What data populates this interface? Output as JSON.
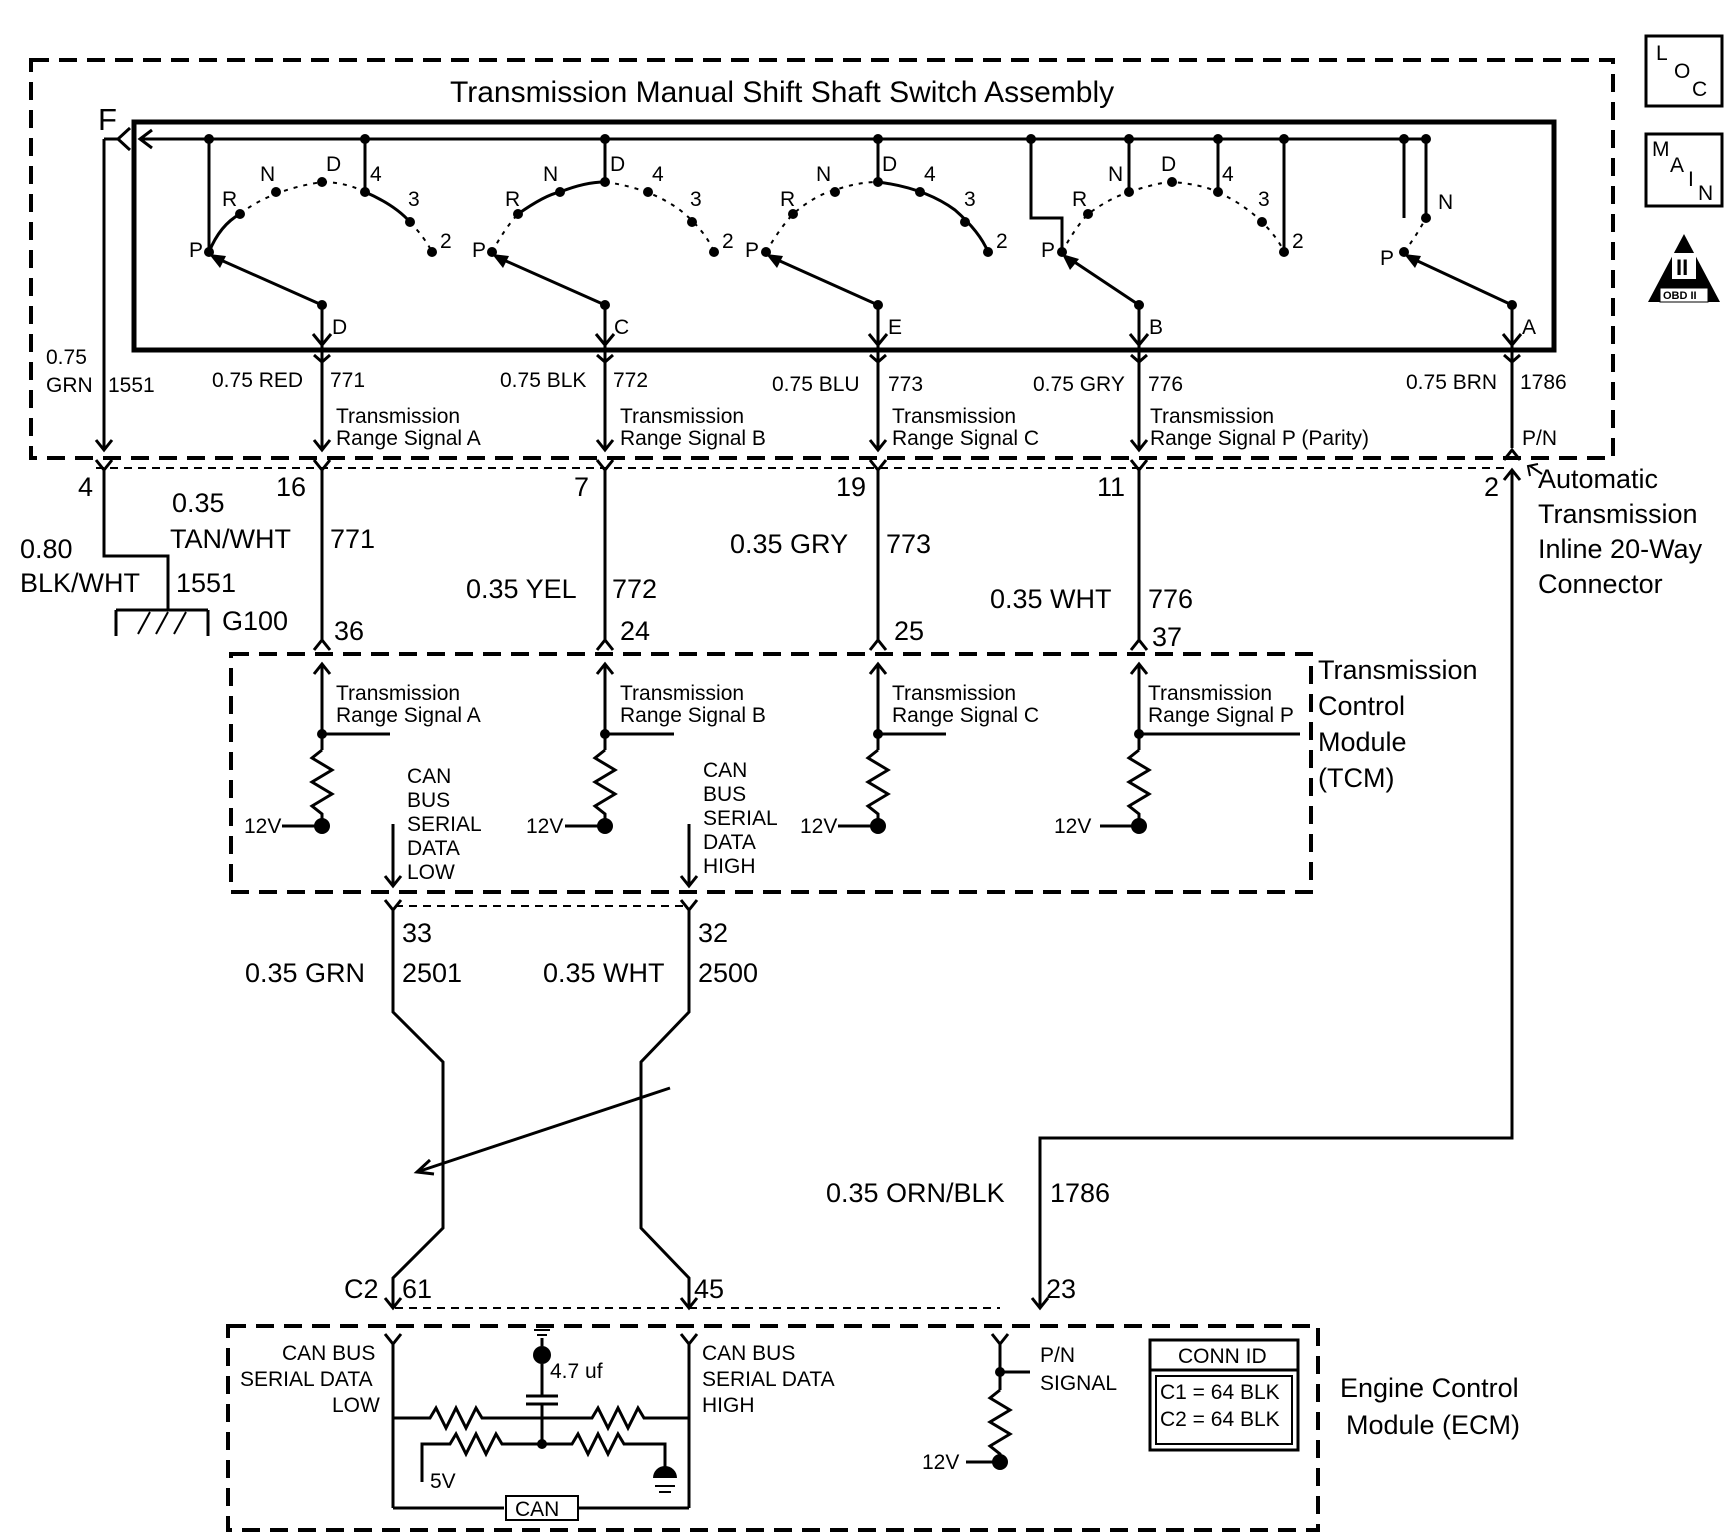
{
  "title": "Transmission Manual Shift Shaft Switch Assembly",
  "badges": {
    "loc": [
      "L",
      "O",
      "C"
    ],
    "main": [
      "M",
      "A",
      "I",
      "N"
    ],
    "obd": "OBD II",
    "obd_numeral": "II"
  },
  "switch_positions": {
    "P": "P",
    "R": "R",
    "N": "N",
    "D": "D",
    "four": "4",
    "three": "3",
    "two": "2"
  },
  "switch_outputs": [
    "D",
    "C",
    "E",
    "B",
    "A"
  ],
  "f_label": "F",
  "upper_wires": [
    {
      "gauge": "0.75",
      "color": "GRN",
      "circuit": "1551"
    },
    {
      "label": "0.75 RED",
      "circuit": "771",
      "signal1": "Transmission",
      "signal2": "Range Signal A"
    },
    {
      "label": "0.75 BLK",
      "circuit": "772",
      "signal1": "Transmission",
      "signal2": "Range Signal B"
    },
    {
      "label": "0.75 BLU",
      "circuit": "773",
      "signal1": "Transmission",
      "signal2": "Range Signal C"
    },
    {
      "label": "0.75 GRY",
      "circuit": "776",
      "signal1": "Transmission",
      "signal2": "Range Signal P (Parity)"
    },
    {
      "label": "0.75 BRN",
      "circuit": "1786",
      "signal1": "P/N"
    }
  ],
  "inline_connector": {
    "pins": [
      "4",
      "16",
      "7",
      "19",
      "11",
      "2"
    ],
    "name": [
      "Automatic",
      "Transmission",
      "Inline 20-Way",
      "Connector"
    ]
  },
  "mid_wires": {
    "ground": {
      "gauge": "0.80",
      "color": "BLK/WHT",
      "circuit": "1551",
      "ground": "G100"
    },
    "a": {
      "gauge": "0.35",
      "color": "TAN/WHT",
      "circuit": "771",
      "pin": "36"
    },
    "b": {
      "label": "0.35 YEL",
      "circuit": "772",
      "pin": "24"
    },
    "c": {
      "label": "0.35 GRY",
      "circuit": "773",
      "pin": "25"
    },
    "p": {
      "label": "0.35 WHT",
      "circuit": "776",
      "pin": "37"
    }
  },
  "tcm": {
    "name": [
      "Transmission",
      "Control",
      "Module",
      "(TCM)"
    ],
    "signals": [
      {
        "l1": "Transmission",
        "l2": "Range Signal A"
      },
      {
        "l1": "Transmission",
        "l2": "Range Signal B"
      },
      {
        "l1": "Transmission",
        "l2": "Range Signal C"
      },
      {
        "l1": "Transmission",
        "l2": "Range Signal P"
      }
    ],
    "supply": "12V",
    "can_low": [
      "CAN",
      "BUS",
      "SERIAL",
      "DATA",
      "LOW"
    ],
    "can_high": [
      "CAN",
      "BUS",
      "SERIAL",
      "DATA",
      "HIGH"
    ]
  },
  "can_wires": {
    "low": {
      "pin": "33",
      "label": "0.35 GRN",
      "circuit": "2501",
      "ecm_pin": "61"
    },
    "high": {
      "pin": "32",
      "label": "0.35 WHT",
      "circuit": "2500",
      "ecm_pin": "45"
    },
    "connector": "C2"
  },
  "pn_wire": {
    "label": "0.35 ORN/BLK",
    "circuit": "1786",
    "pin": "23"
  },
  "ecm": {
    "name": [
      "Engine Control",
      "Module (ECM)"
    ],
    "can_low": [
      "CAN BUS",
      "SERIAL DATA",
      "LOW"
    ],
    "can_high": [
      "CAN BUS",
      "SERIAL DATA",
      "HIGH"
    ],
    "capacitor": "4.7 uf",
    "ref": "5V",
    "can_box": "CAN",
    "pn": [
      "P/N",
      "SIGNAL"
    ],
    "supply": "12V",
    "conn_title": "CONN ID",
    "conn_rows": [
      "C1 = 64 BLK",
      "C2 = 64 BLK"
    ]
  }
}
